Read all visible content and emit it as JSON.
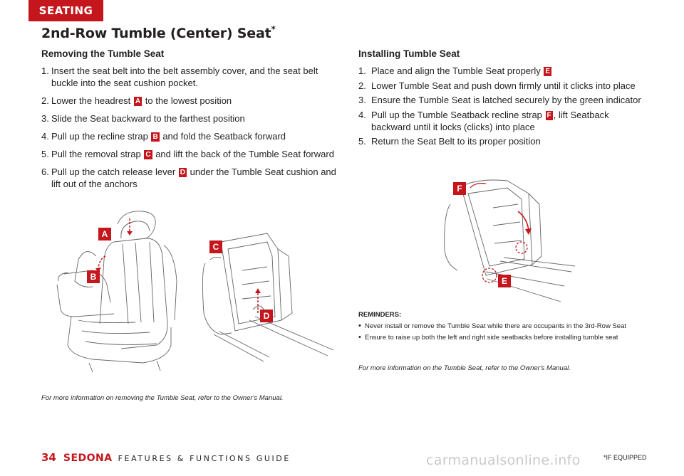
{
  "section_tab": "SEATING",
  "title": "2nd-Row Tumble (Center) Seat",
  "title_mark": "*",
  "removing": {
    "heading": "Removing the Tumble Seat",
    "steps": [
      {
        "num": "1.",
        "text": "Insert the seat belt into the belt assembly cover, and the seat belt buckle into the seat cushion pocket.",
        "badge": "",
        "after": ""
      },
      {
        "num": "2.",
        "text": "Lower the headrest ",
        "badge": "A",
        "after": " to the lowest position"
      },
      {
        "num": "3.",
        "text": "Slide the Seat backward to the farthest position",
        "badge": "",
        "after": ""
      },
      {
        "num": "4.",
        "text": "Pull up the recline strap ",
        "badge": "B",
        "after": " and fold the Seatback forward"
      },
      {
        "num": "5.",
        "text": "Pull the removal strap ",
        "badge": "C",
        "after": " and lift the back of the Tumble Seat forward"
      },
      {
        "num": "6.",
        "text": "Pull up the catch release lever ",
        "badge": "D",
        "after": " under the Tumble Seat cushion and lift out of the anchors"
      }
    ],
    "caption": "For more information on removing the Tumble Seat, refer to the Owner's Manual."
  },
  "installing": {
    "heading": "Installing Tumble Seat",
    "steps": [
      {
        "num": "1.",
        "text": "Place and align the Tumble Seat properly ",
        "badge": "E",
        "after": ""
      },
      {
        "num": "2.",
        "text": "Lower Tumble Seat and push down firmly until it clicks into place",
        "badge": "",
        "after": ""
      },
      {
        "num": "3.",
        "text": "Ensure the Tumble Seat is latched securely by the green indicator",
        "badge": "",
        "after": ""
      },
      {
        "num": "4.",
        "text": "Pull up the Tumble Seatback recline strap ",
        "badge": "F",
        "after": ", lift Seatback backward until it locks (clicks) into place"
      },
      {
        "num": "5.",
        "text": "Return the Seat Belt to its proper position",
        "badge": "",
        "after": ""
      }
    ],
    "caption": "For more information on the Tumble Seat, refer to the Owner's Manual."
  },
  "figure_labels": {
    "a": "A",
    "b": "B",
    "c": "C",
    "d": "D",
    "e": "E",
    "f": "F"
  },
  "reminders": {
    "heading": "REMINDERS:",
    "items": [
      "Never install or remove the Tumble Seat while there are occupants in the 3rd-Row Seat",
      "Ensure to raise up both the left and right side seatbacks before installing tumble seat"
    ]
  },
  "footer": {
    "page_number": "34",
    "model": "SEDONA",
    "guide": "FEATURES & FUNCTIONS GUIDE",
    "note": "*IF EQUIPPED"
  },
  "watermark": "carmanualsonline.info",
  "colors": {
    "accent": "#c4161c",
    "text": "#231f20"
  }
}
